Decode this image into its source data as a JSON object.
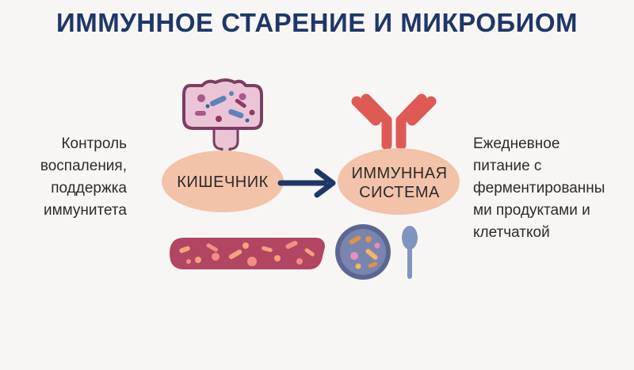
{
  "title": "ИММУННОЕ СТАРЕНИЕ И МИКРОБИОМ",
  "nodes": {
    "gut": "КИШЕЧНИК",
    "immune_line1": "ИММУННАЯ",
    "immune_line2": "СИСТЕМА"
  },
  "left_text": [
    "Контроль",
    "воспаления,",
    "поддержка",
    "иммунитета"
  ],
  "right_text": [
    "Ежедневное",
    "питание с",
    "ферментированны",
    "ми продуктами и",
    "клетчаткой"
  ],
  "icons": [
    "intestine-bacteria-icon",
    "antibody-icon",
    "arrow-right-icon",
    "bacteria-strip-icon",
    "food-plate-icon",
    "spoon-icon"
  ],
  "colors": {
    "title": "#1f3768",
    "node_fill": "#f2c3a8",
    "arrow": "#1f3768",
    "antibody": "#de5a55",
    "gut_frame": "#9c5a82",
    "gut_fill": "#ebc5d5"
  }
}
